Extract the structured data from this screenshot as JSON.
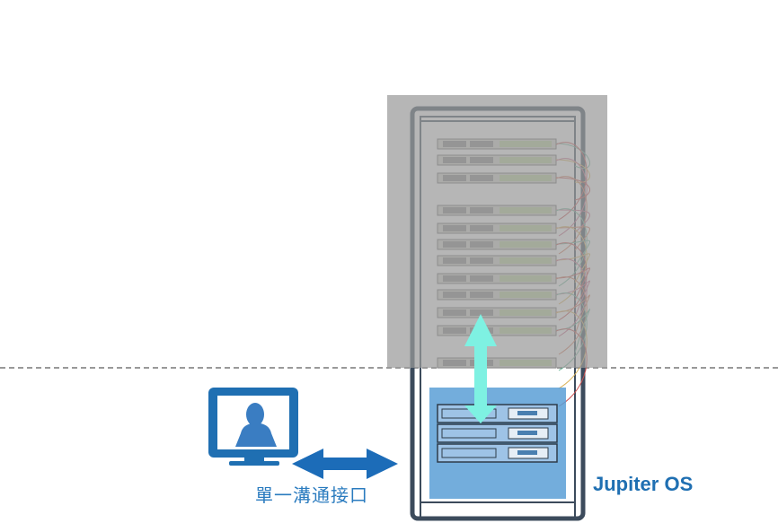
{
  "labels": {
    "interface": "單一溝通接口",
    "os_name": "Jupiter OS"
  },
  "colors": {
    "grey_zone": "#9a9a9a",
    "blue_zone": "#5b9fd6",
    "rack_frame": "#3c4b5c",
    "monitor_blue": "#1f6fb2",
    "arrow_blue": "#1c6cb8",
    "arrow_cyan": "#7ef1e2",
    "label_blue": "#2a7bbf"
  },
  "icons": {
    "user": "user-monitor-icon",
    "link": "double-arrow-icon",
    "sync": "vertical-double-arrow-icon"
  },
  "upper_rack": {
    "server_count": 12
  },
  "lower_rack": {
    "server_count": 3
  }
}
